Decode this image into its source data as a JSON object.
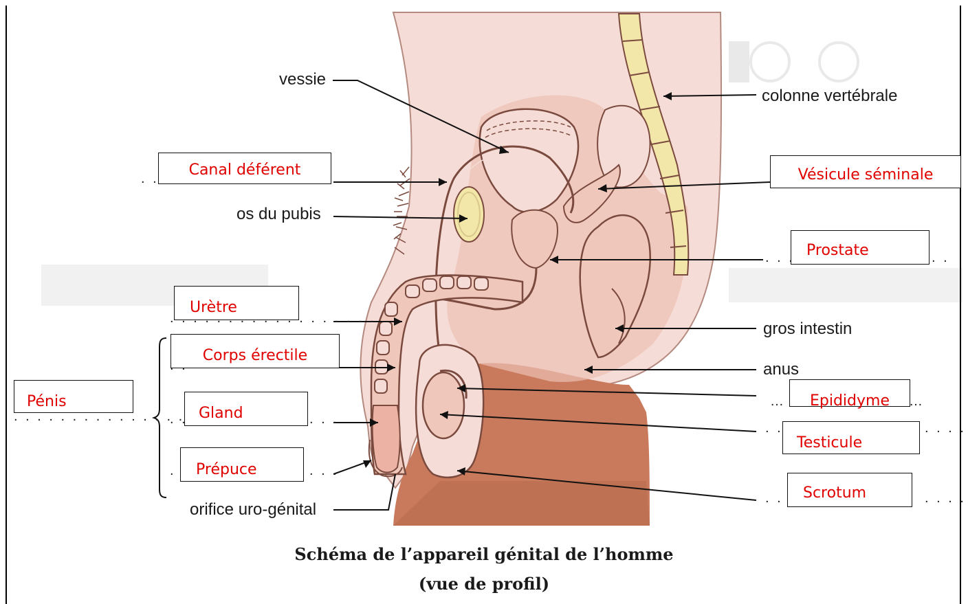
{
  "printed_labels": {
    "vessie": "vessie",
    "colonne": "colonne vertébrale",
    "os_pubis": "os du pubis",
    "gros_intestin": "gros intestin",
    "anus": "anus",
    "orifice": "orifice uro-génital"
  },
  "answer_boxes": {
    "canal": "Canal déférent",
    "vesicule": "Vésicule séminale",
    "prostate": "Prostate",
    "uretre": "Urètre",
    "corps": "Corps érectile",
    "penis": "Pénis",
    "gland": "Gland",
    "epididyme": "Epididyme",
    "testicule": "Testicule",
    "prepuce": "Prépuce",
    "scrotum": "Scrotum"
  },
  "caption": {
    "line1": "Schéma de l’appareil génital de l’homme",
    "line2": "(vue de profil)"
  },
  "colors": {
    "answer_text": "#e00000",
    "skin": "#f6dcd6",
    "organ_outline": "#7a4a3e",
    "organ_fill": "#f0c7bb",
    "bone": "#f2e6a8",
    "thigh": "#c97a5c"
  }
}
